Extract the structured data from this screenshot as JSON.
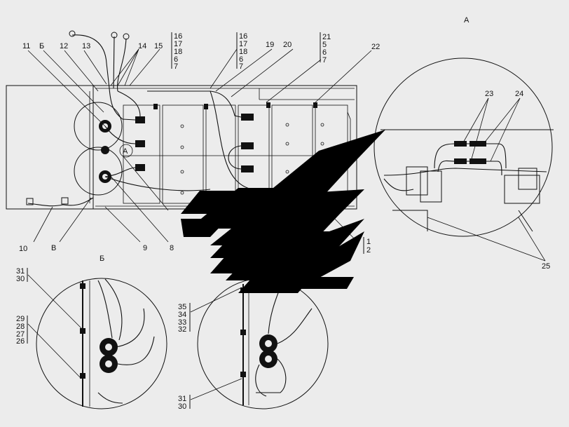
{
  "colors": {
    "background": "#ececec",
    "ink": "#111111"
  },
  "views": {
    "view_a": "А",
    "view_b": "Б",
    "view_v": "В"
  },
  "main_view": {
    "callout_a": "А",
    "labels_top": {
      "l11": "11",
      "lB": "Б",
      "l12": "12",
      "l13": "13",
      "l14": "14",
      "l15": "15",
      "stack1": [
        "16",
        "17",
        "18",
        "6",
        "7"
      ],
      "stack2": [
        "16",
        "17",
        "18",
        "6",
        "7"
      ],
      "l19": "19",
      "l20": "20",
      "stack3": [
        "21",
        "5",
        "6",
        "7"
      ],
      "l22": "22"
    },
    "labels_bottom": {
      "l10": "10",
      "lV": "В",
      "l9": "9",
      "l8": "8",
      "l1": "1",
      "l2": "2"
    }
  },
  "detail_a": {
    "l23": "23",
    "l24": "24",
    "l25": "25"
  },
  "detail_b": {
    "stack_top": [
      "31",
      "30"
    ],
    "stack_left": [
      "29",
      "28",
      "27",
      "26"
    ]
  },
  "detail_v": {
    "stack_top": [
      "35",
      "34",
      "33",
      "32"
    ],
    "stack_bottom": [
      "31",
      "30"
    ]
  },
  "watermark": {
    "icon": "chevron-logo-icon"
  }
}
